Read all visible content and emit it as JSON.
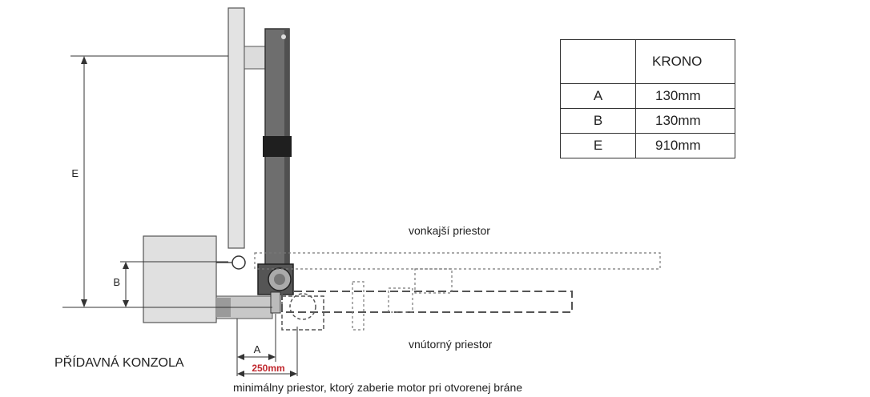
{
  "dimension_labels": {
    "e": "E",
    "b": "B",
    "a": "A",
    "width_250": "250mm"
  },
  "area_labels": {
    "outside": "vonkajší priestor",
    "inside": "vnútorný priestor",
    "bracket": "PŘÍDAVNÁ KONZOLA",
    "caption": "minimálny priestor, ktorý zaberie motor pri otvorenej bráne"
  },
  "spec_table": {
    "model": "KRONO",
    "rows": [
      {
        "key": "A",
        "value": "130mm"
      },
      {
        "key": "B",
        "value": "130mm"
      },
      {
        "key": "E",
        "value": "910mm"
      }
    ]
  },
  "colors": {
    "highlight": "#c0272d",
    "motor": "#6e6e6e",
    "outline": "#333333"
  }
}
